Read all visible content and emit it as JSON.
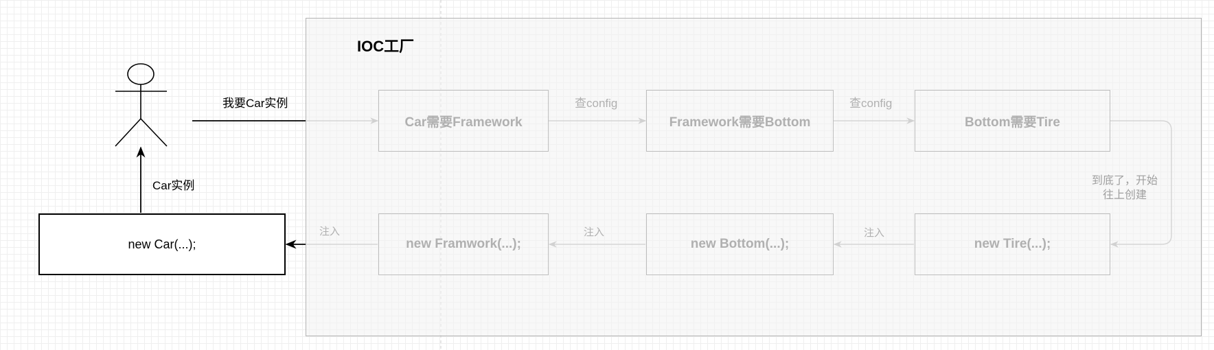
{
  "factory": {
    "title": "IOC工厂"
  },
  "boxes": {
    "car_needs": "Car需要Framework",
    "framework_needs": "Framework需要Bottom",
    "bottom_needs": "Bottom需要Tire",
    "new_tire": "new Tire(...);",
    "new_bottom": "new Bottom(...);",
    "new_framework": "new Framwork(...);",
    "new_car": "new Car(...);"
  },
  "edges": {
    "request": "我要Car实例",
    "lookup_1": "查config",
    "lookup_2": "查config",
    "bottom_reached_line1": "到底了，开始",
    "bottom_reached_line2": "往上创建",
    "inject_1": "注入",
    "inject_2": "注入",
    "inject_3": "注入",
    "car_instance": "Car实例"
  },
  "colors": {
    "faded_stroke": "#b3b3b3",
    "faded_text": "#b0b0b0",
    "dark_stroke": "#000000",
    "frame_fill": "#f5f5f5"
  }
}
